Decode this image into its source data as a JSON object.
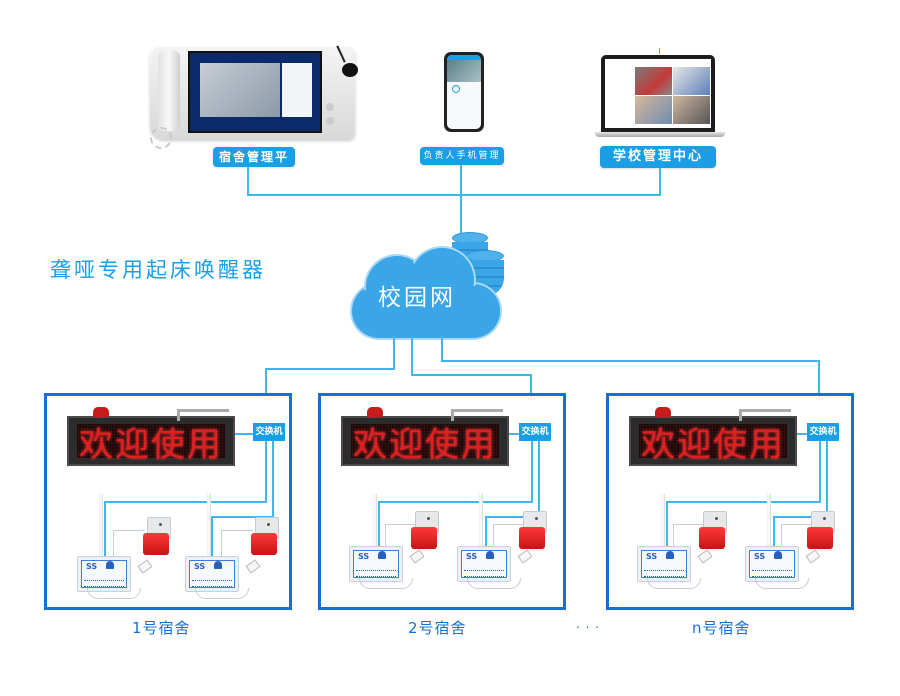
{
  "title": "聋哑专用起床唤醒器",
  "top_devices": [
    {
      "label": "宿舍管理平台",
      "device": "desktop-intercom-terminal"
    },
    {
      "label": "负责人手机管理",
      "device": "mobile-phone"
    },
    {
      "label": "学校管理中心",
      "device": "laptop"
    }
  ],
  "cloud": {
    "label": "校园网",
    "icon": "cloud-database-icon"
  },
  "rooms": [
    {
      "label": "1号宿舍",
      "led_text": "欢迎使用",
      "switch_label": "交换机"
    },
    {
      "label": "2号宿舍",
      "led_text": "欢迎使用",
      "switch_label": "交换机"
    },
    {
      "label": "n号宿舍",
      "led_text": "欢迎使用",
      "switch_label": "交换机"
    }
  ],
  "ellipsis": ". . .",
  "colors": {
    "accent": "#1a9fe6",
    "line": "#3fb8ee",
    "room_border": "#1571d0",
    "led_red": "#e02020"
  }
}
